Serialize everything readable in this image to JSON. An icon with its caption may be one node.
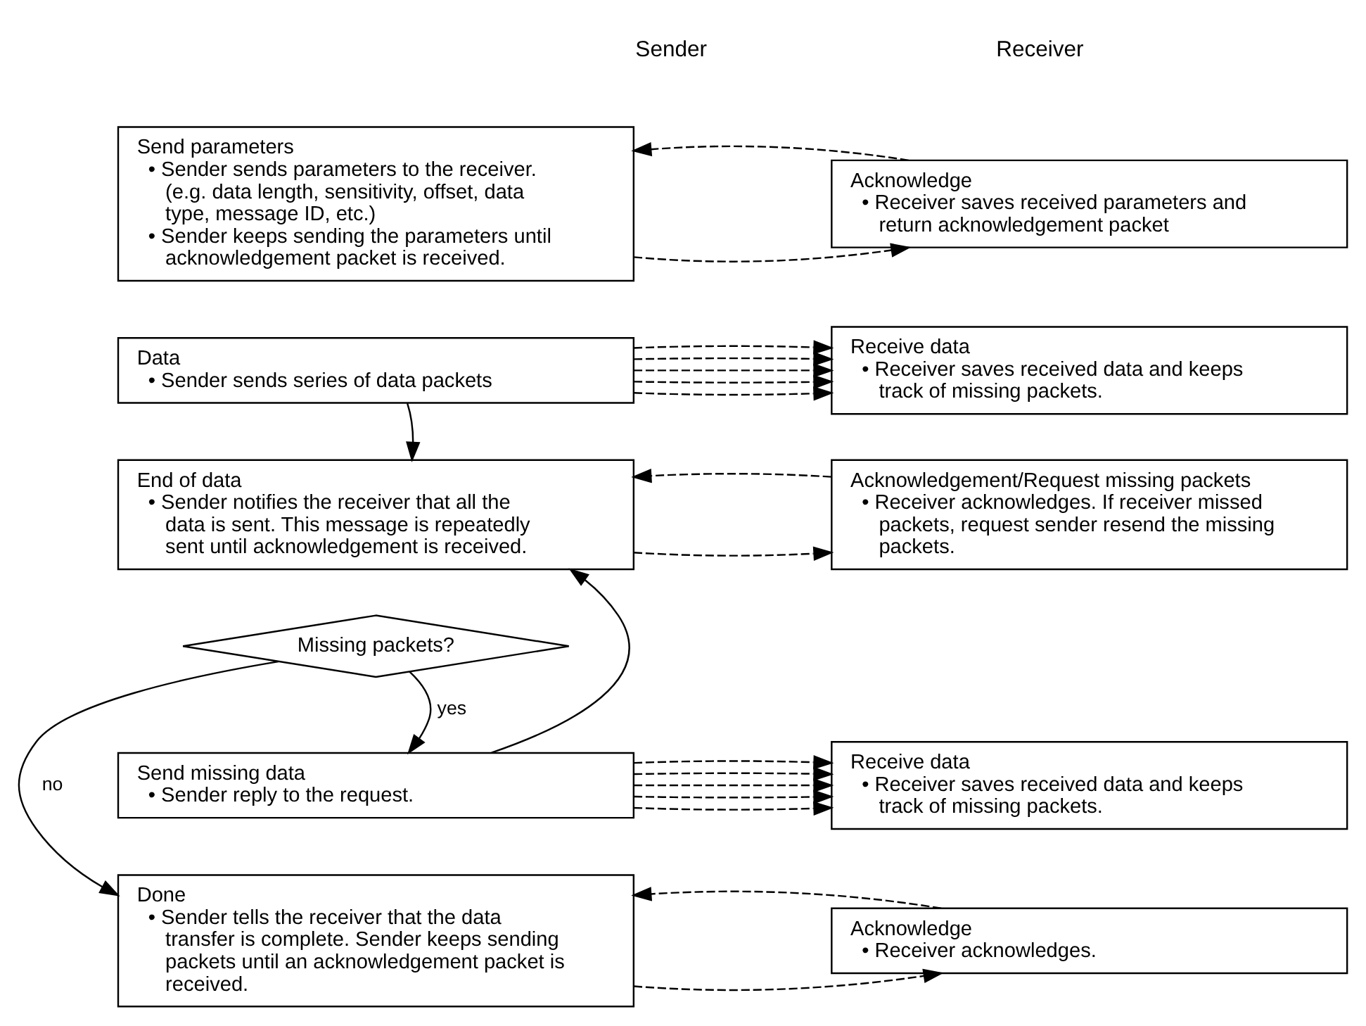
{
  "diagram": {
    "nodes": [
      {
        "text": [
          "Send parameters",
          "• Sender sends parameters to the receiver. (e.g. data length, sensitivity, offset, data type, message ID, etc.)",
          "• Sender keeps sending the parameters until acknowledgement packet is received."
        ]
      },
      {
        "text": [
          "Acknowledge",
          "• Receiver saves received parameters and return acknowledgement packet"
        ]
      },
      {
        "text": [
          "Data",
          "• Sender sends series of data packets"
        ]
      },
      {
        "text": [
          "Receive data",
          "• Receiver saves received data and keeps track of missing packets."
        ]
      },
      {
        "text": [
          "End of data",
          "• Sender notifies the receiver that all the data is sent. This message is repeatedly sent until acknowledgement is received."
        ]
      },
      {
        "text": [
          "Acknowledgement/Request missing packets",
          "• Receiver acknowledges. If receiver missed packets, request sender resend the missing packets."
        ]
      },
      {
        "text": [
          "Missing packets?"
        ]
      },
      {
        "text": [
          "Send missing data",
          "• Sender reply to the request."
        ]
      },
      {
        "text": [
          "Receive data",
          "• Receiver saves received data and keeps track of missing packets."
        ]
      },
      {
        "text": [
          "Done",
          "• Sender tells the receiver that the data transfer is complete. Sender keeps sending packets until an acknowledgement packet is received."
        ]
      },
      {
        "text": [
          "Acknowledge",
          "• Receiver acknowledges."
        ]
      }
    ],
    "edges": [
      {
        "from": 0,
        "to": 1,
        "arrow": "to",
        "style": "dashed"
      },
      {
        "from": 1,
        "to": 0,
        "arrow": "to",
        "style": "dashed"
      },
      {
        "from": 2,
        "to": 3,
        "arrow": "to",
        "style": "dashed"
      },
      {
        "from": 2,
        "to": 3,
        "arrow": "to",
        "style": "dashed"
      },
      {
        "from": 2,
        "to": 3,
        "arrow": "to",
        "style": "dashed"
      },
      {
        "from": 2,
        "to": 3,
        "arrow": "to",
        "style": "dashed"
      },
      {
        "from": 2,
        "to": 3,
        "arrow": "to",
        "style": "dashed"
      },
      {
        "from": 2,
        "to": 4,
        "arrow": "to"
      },
      {
        "from": 4,
        "to": 5,
        "arrow": "to",
        "style": "dashed"
      },
      {
        "from": 5,
        "to": 4,
        "arrow": "to",
        "style": "dashed"
      },
      {
        "from": 6,
        "to": 7,
        "arrow": "to",
        "label": "yes"
      },
      {
        "from": 6,
        "to": 9,
        "arrow": "to",
        "label": "no"
      },
      {
        "from": 7,
        "to": 4,
        "arrow": "to"
      },
      {
        "from": 7,
        "to": 8,
        "arrow": "to",
        "style": "dashed"
      },
      {
        "from": 7,
        "to": 8,
        "arrow": "to",
        "style": "dashed"
      },
      {
        "from": 7,
        "to": 8,
        "arrow": "to",
        "style": "dashed"
      },
      {
        "from": 7,
        "to": 8,
        "arrow": "to",
        "style": "dashed"
      },
      {
        "from": 7,
        "to": 8,
        "arrow": "to",
        "style": "dashed"
      },
      {
        "from": 9,
        "to": 10,
        "arrow": "to",
        "style": "dashed"
      },
      {
        "from": 10,
        "to": 9,
        "arrow": "to",
        "style": "dashed"
      }
    ],
    "labels": [
      "Sender",
      "Receiver"
    ]
  }
}
